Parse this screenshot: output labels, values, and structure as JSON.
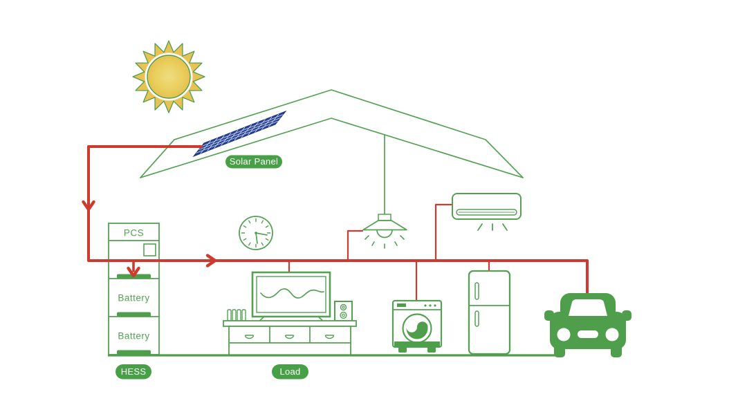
{
  "labels": {
    "solar_panel": "Solar Panel",
    "pcs": "PCS",
    "battery_1": "Battery",
    "battery_2": "Battery",
    "hess": "HESS",
    "load": "Load"
  },
  "colors": {
    "line_green": "#54a154",
    "fill_green": "#4f9e4c",
    "badge_green": "#47a046",
    "wire_red": "#ce3a2d",
    "panel_blue": "#26439a",
    "panel_edge": "#1b3173",
    "sun_ray_yellow": "#e9c254",
    "sun_core_yellow": "#e4bd4e",
    "sun_core_light": "#f0dc82"
  },
  "icons": {
    "sun": "sun-icon",
    "roof": "house-roof-outline",
    "solar_panel": "solar-panel-icon",
    "clock": "wall-clock-icon",
    "lamp": "pendant-lamp-icon",
    "air_conditioner": "air-conditioner-icon",
    "tv": "tv-icon",
    "speaker": "speaker-icon",
    "books": "books-icon",
    "cabinet": "tv-cabinet-icon",
    "washing_machine": "washing-machine-icon",
    "refrigerator": "refrigerator-icon",
    "car": "ev-car-icon",
    "pcs_unit": "pcs-unit",
    "battery": "battery-module",
    "wire": "power-wire",
    "ground": "ground-line"
  }
}
